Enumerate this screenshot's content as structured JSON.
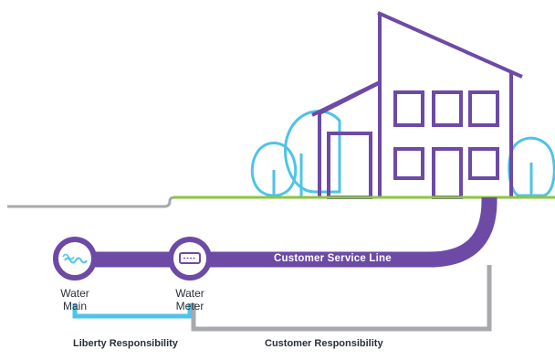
{
  "diagram": {
    "nodes": {
      "water_main": {
        "line1": "Water",
        "line2": "Main"
      },
      "water_meter": {
        "line1": "Water",
        "line2": "Meter"
      }
    },
    "service_line_label": "Customer Service Line",
    "responsibility": {
      "liberty": "Liberty Responsibility",
      "customer": "Customer Responsibility"
    }
  },
  "colors": {
    "purple": "#6c4aa6",
    "light_blue": "#4fc3e8",
    "green": "#8cc63f",
    "gray": "#a7a9ac",
    "text": "#2a2f3a"
  }
}
